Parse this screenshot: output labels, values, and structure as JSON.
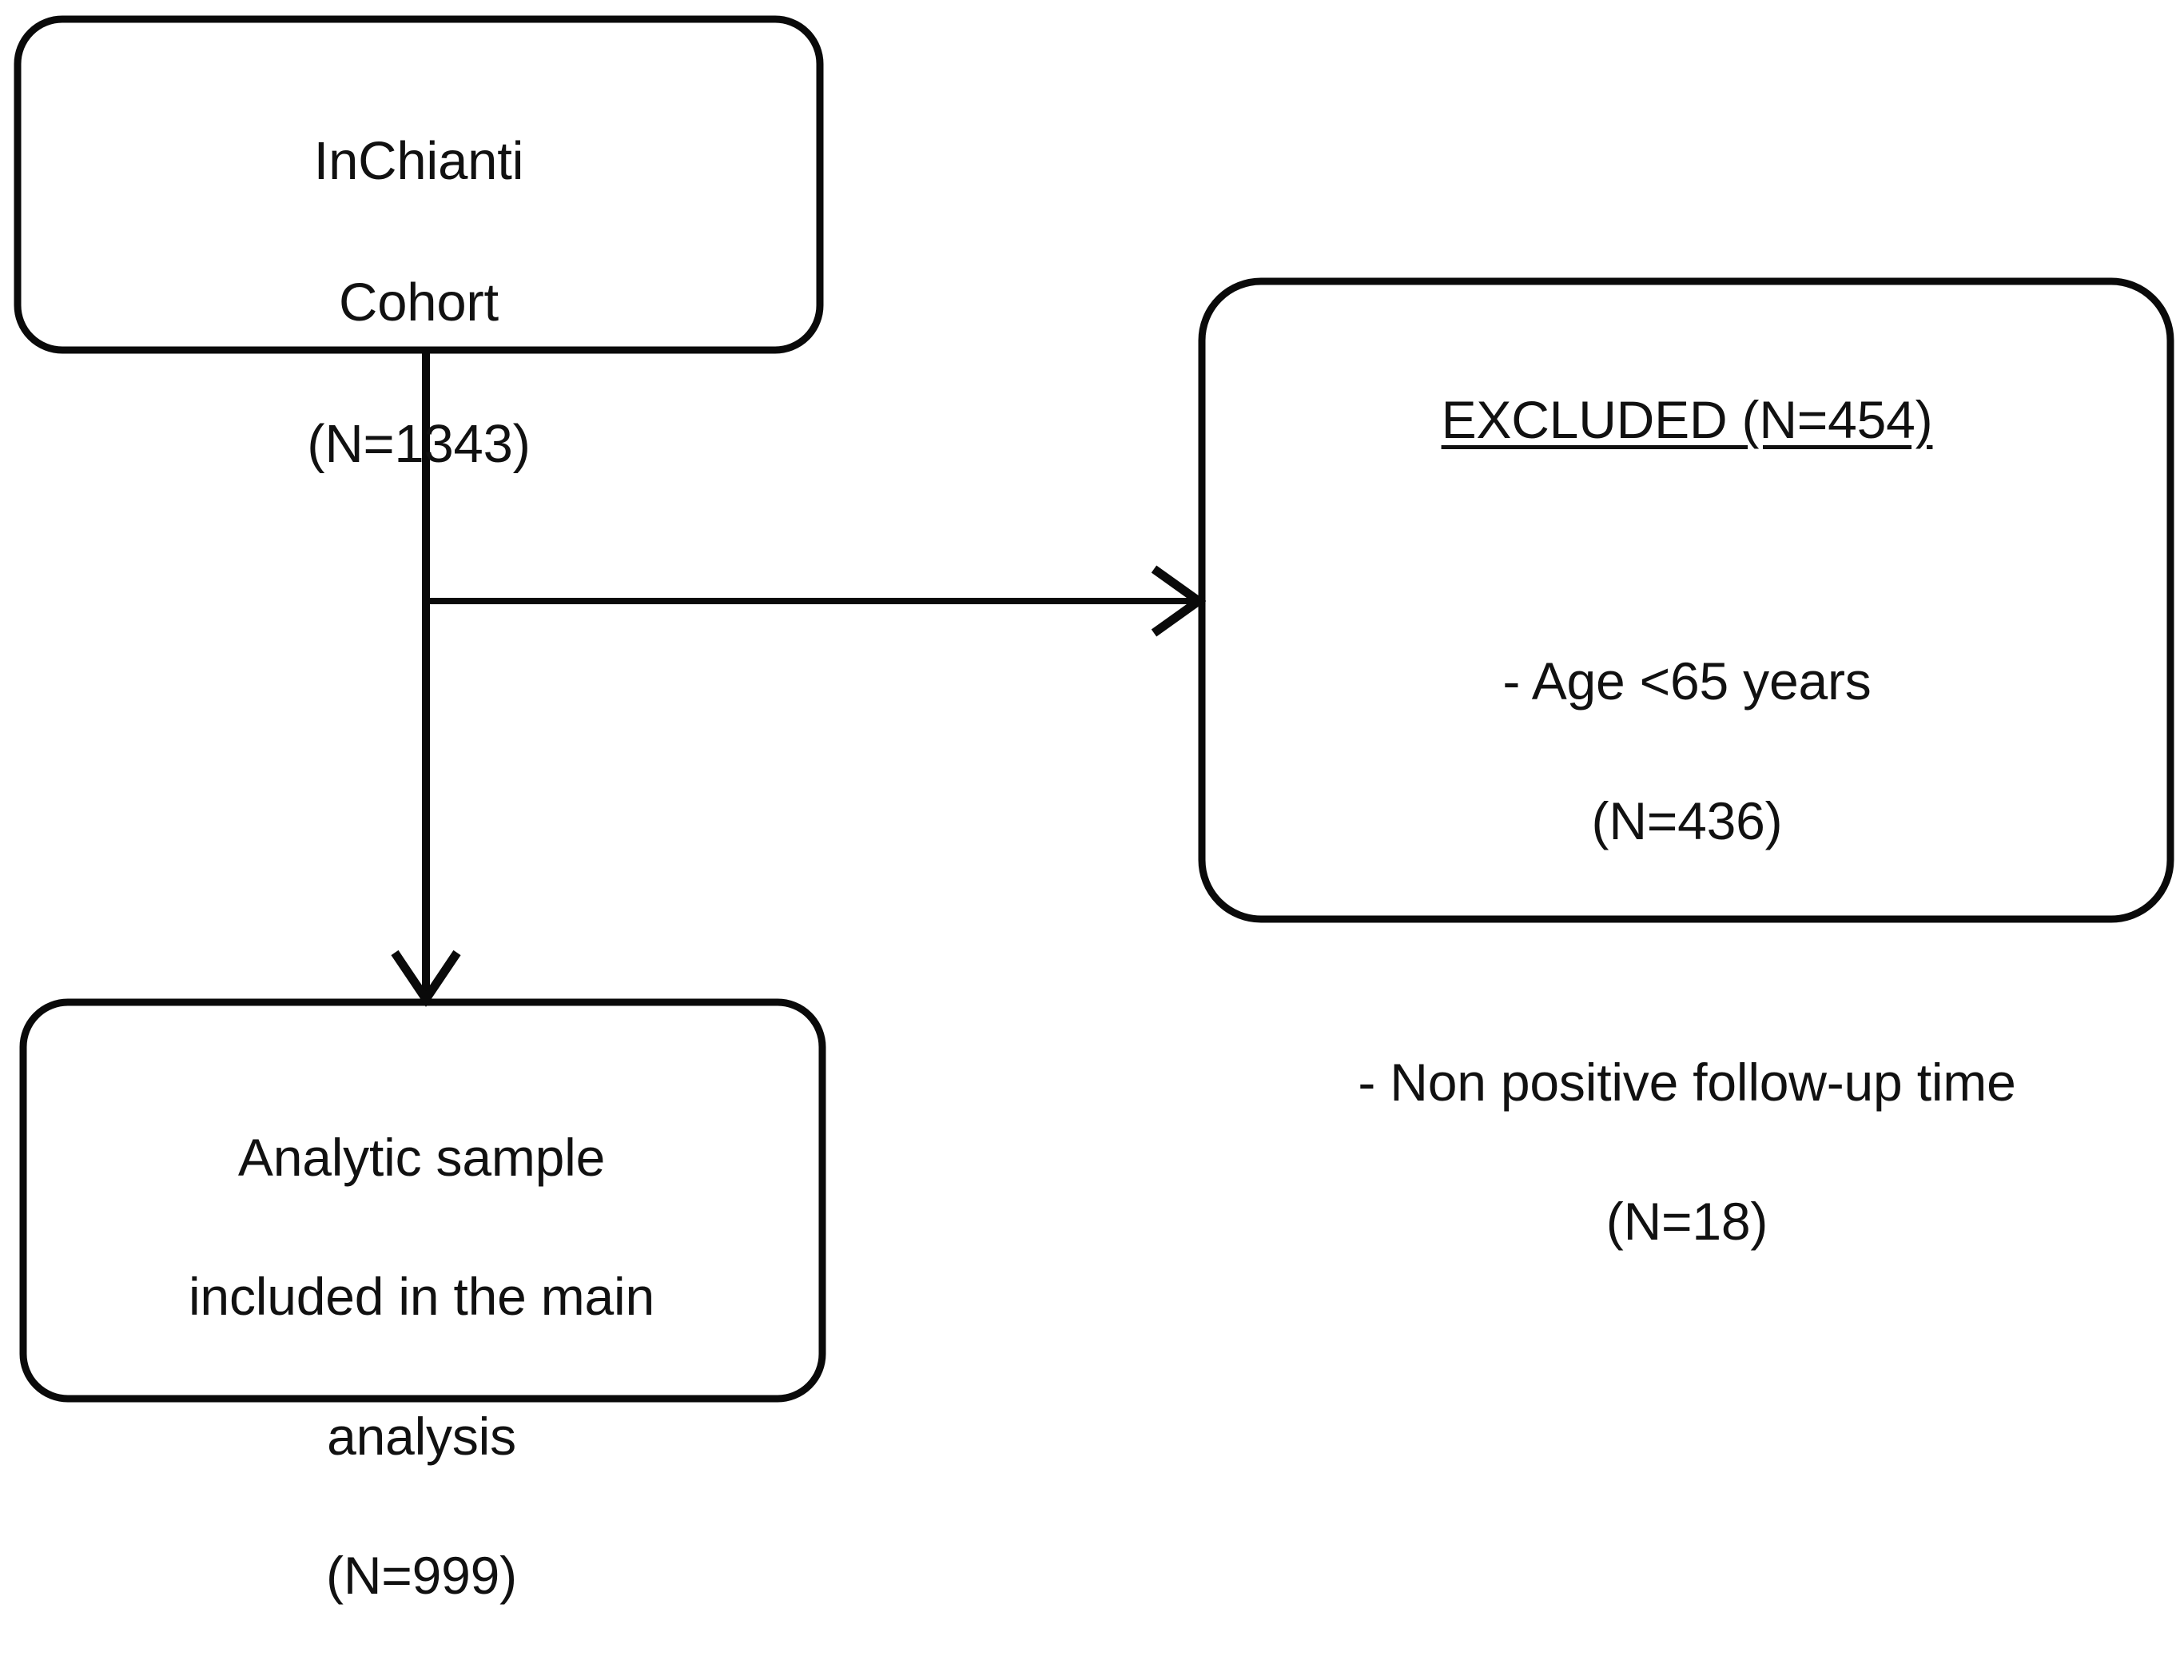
{
  "diagram": {
    "type": "study-flow-chart",
    "background_color": "#ffffff",
    "line_color": "#0a0a0a",
    "text_color": "#111111",
    "nodes": {
      "cohort": {
        "name": "inchianti-cohort-box",
        "line1": "InChianti",
        "line2": "Cohort",
        "line3": "(N=1343)",
        "count_label": "N=1343",
        "count": 1343
      },
      "excluded": {
        "name": "excluded-box",
        "title": "EXCLUDED (N=454)",
        "count": 454,
        "reason1_line1": "- Age <65 years",
        "reason1_line2": "(N=436)",
        "reason1_count": 436,
        "reason2_line1": "- Non positive follow-up time",
        "reason2_line2": "(N=18)",
        "reason2_count": 18
      },
      "analytic": {
        "name": "analytic-sample-box",
        "line1": "Analytic sample",
        "line2": "included in the main",
        "line3": "analysis",
        "line4": "(N=999)",
        "count_label": "N=999",
        "count": 999
      }
    },
    "edges": [
      {
        "name": "cohort-to-excluded",
        "from": "cohort",
        "to": "excluded",
        "direction": "right",
        "arrowhead": "open-v"
      },
      {
        "name": "cohort-to-analytic",
        "from": "cohort",
        "to": "analytic",
        "direction": "down",
        "arrowhead": "open-v"
      }
    ]
  }
}
